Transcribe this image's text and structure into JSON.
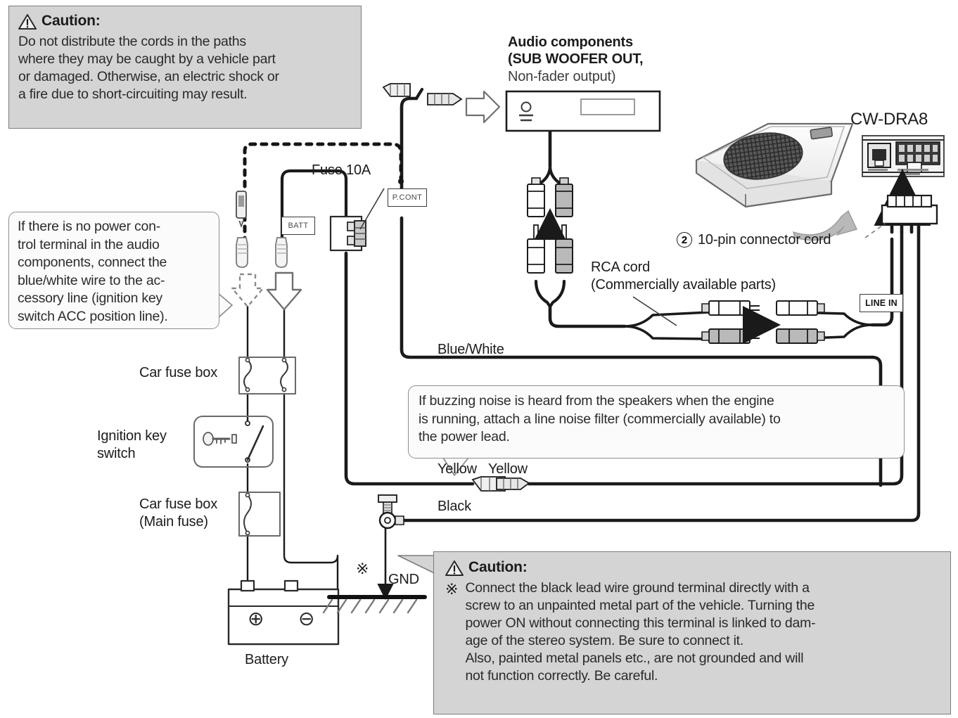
{
  "diagram": {
    "title": "CW-DRA8 subwoofer wiring / connection diagram",
    "colors": {
      "caution_fill": "#d4d4d4",
      "caution_border": "#7c7c7c",
      "balloon_fill": "#fbfbfb",
      "balloon_border": "#8e8e8e",
      "wire": "#1a1a1a",
      "thin_line": "#555555",
      "paper": "#ffffff"
    }
  },
  "caution_top": {
    "icon": "warning-triangle-icon",
    "heading": "Caution:",
    "lines": [
      "Do not distribute the cords in the paths",
      "where they may be caught by a vehicle part",
      "or damaged. Otherwise, an electric shock or",
      "a fire due to short-circuiting may result."
    ]
  },
  "note_power_control": {
    "lines": [
      "If there is no power con-",
      "trol terminal in the audio",
      "components, connect the",
      "blue/white wire to the ac-",
      "cessory line (ignition key",
      "switch ACC position line)."
    ]
  },
  "note_buzzing": {
    "lines": [
      "  If buzzing noise is heard from the speakers when the engine",
      "is running, attach a line noise filter (commercially available) to",
      "the power lead."
    ]
  },
  "caution_ground": {
    "icon": "warning-triangle-icon",
    "heading": "Caution:",
    "marker": "※",
    "lines": [
      "Connect the black lead wire ground terminal directly with a",
      "screw to an unpainted metal part of the vehicle. Turning the",
      "power ON without connecting this terminal is linked to dam-",
      "age of the stereo system. Be sure to connect it.",
      "Also, painted metal panels etc., are not grounded and will",
      "not function correctly. Be careful."
    ]
  },
  "labels": {
    "audio_components_l1": "Audio components",
    "audio_components_l2": "(SUB WOOFER OUT,",
    "audio_components_l3": "Non-fader output)",
    "fuse_10a": "Fuse 10A",
    "batt_tag": "BATT",
    "pcont_tag": "P.CONT",
    "line_in_tag": "LINE IN",
    "cw_dra8": "CW-DRA8",
    "connector_num": "2",
    "connector_cord": "10-pin connector cord",
    "rca_cord_l1": "RCA cord",
    "rca_cord_l2": "(Commercially available parts)",
    "blue_white": "Blue/White",
    "yellow_left": "Yellow",
    "yellow_right": "Yellow",
    "black": "Black",
    "car_fuse_box": "Car fuse box",
    "ignition_key_l1": "Ignition key",
    "ignition_key_l2": "switch",
    "car_fuse_box_main_l1": "Car fuse box",
    "car_fuse_box_main_l2": "(Main fuse)",
    "battery": "Battery",
    "gnd": "GND",
    "gnd_marker": "※",
    "battery_plus": "⊕",
    "battery_minus": "⊖"
  },
  "icons": {
    "warning_triangle": "warning-triangle-icon",
    "arrow_right_outline": "arrow-right-outline-icon",
    "arrow_down_outline": "arrow-down-outline-icon",
    "arrow_down_dashed": "arrow-down-dashed-icon",
    "arrow_up_solid": "arrow-up-solid-icon",
    "arrow_right_solid": "arrow-right-solid-icon",
    "curved_arrow": "curved-arrow-icon",
    "ground_hatch": "ground-hatch-icon",
    "key_icon": "ignition-key-icon",
    "subwoofer": "subwoofer-unit-icon",
    "battery": "battery-icon"
  }
}
